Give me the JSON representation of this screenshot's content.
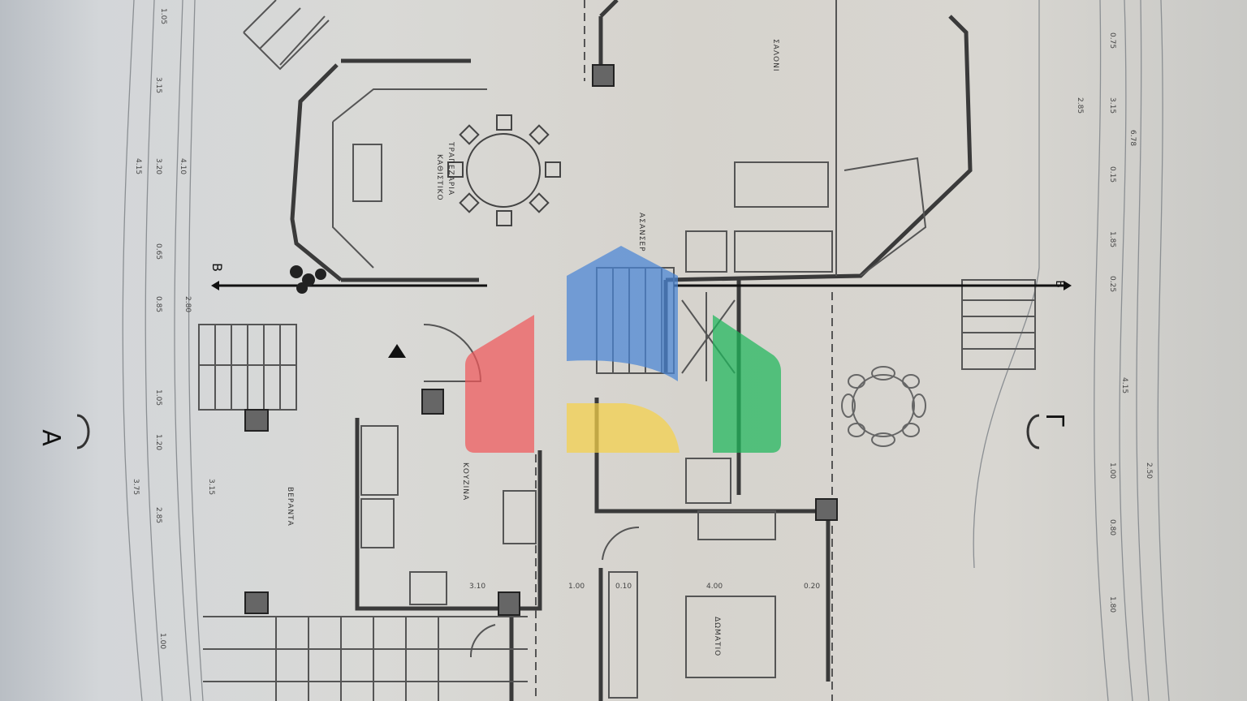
{
  "drawing": {
    "type": "architectural floor plan (photo)",
    "section_markers": {
      "left": "A",
      "right": "Γ",
      "top_left": "B",
      "top_right": "B"
    },
    "rooms": [
      {
        "id": "dining",
        "label": "ΤΡΑΠΕΖΑΡΙΑ",
        "sub": "ΚΑΘΙΣΤΙΚΟ"
      },
      {
        "id": "living",
        "label": "ΣΑΛΟΝΙ"
      },
      {
        "id": "lift",
        "label": "ΑΣΑΝΣΕΡ"
      },
      {
        "id": "kitchen",
        "label": "ΚΟΥΖΙΝΑ"
      },
      {
        "id": "bedroom",
        "label": "ΔΩΜΑΤΙΟ"
      },
      {
        "id": "veranda",
        "label": "ΒΕΡΑΝΤΑ"
      }
    ],
    "dimensions_bottom_row": [
      "3.10",
      "1.00",
      "0.10",
      "4.00",
      "0.20"
    ],
    "dimensions_left": [
      "1.05",
      "3.15",
      "3.20",
      "4.15",
      "4.10",
      "0.65",
      "0.85",
      "2.80",
      "3.15",
      "3.75",
      "2.85",
      "1.05",
      "1.20",
      "1.00"
    ],
    "dimensions_right": [
      "0.75",
      "2.85",
      "0.15",
      "3.15",
      "6.78",
      "1.85",
      "0.25",
      "4.15",
      "1.00",
      "0.80",
      "1.80",
      "2.50"
    ]
  },
  "watermark": {
    "colors": {
      "red": "#f0595b",
      "blue": "#4a86d6",
      "yellow": "#f6d24a",
      "green": "#1fb85c"
    }
  }
}
